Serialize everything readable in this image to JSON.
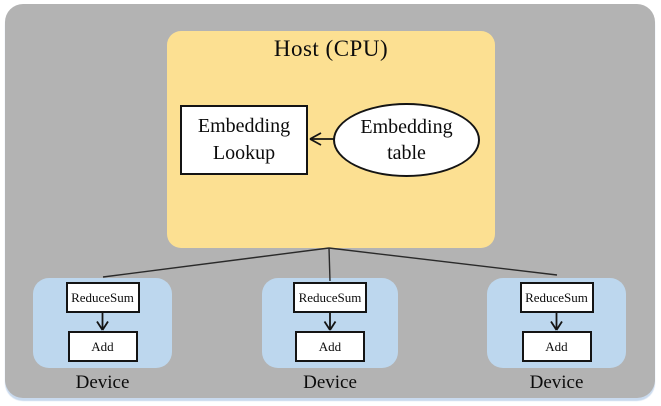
{
  "diagram": {
    "host": {
      "title": "Host (CPU)",
      "embedding_lookup_label": "Embedding\nLookup",
      "embedding_table_label": "Embedding\ntable"
    },
    "devices": [
      {
        "op_top": "ReduceSum",
        "op_bottom": "Add",
        "label": "Device"
      },
      {
        "op_top": "ReduceSum",
        "op_bottom": "Add",
        "label": "Device"
      },
      {
        "op_top": "ReduceSum",
        "op_bottom": "Add",
        "label": "Device"
      }
    ],
    "colors": {
      "outer_background": "#b3b3b3",
      "host_fill": "#fce092",
      "device_fill": "#bdd7ee",
      "node_fill": "#ffffff",
      "stroke": "#141414",
      "bottom_shadow": "#c9daee"
    }
  }
}
